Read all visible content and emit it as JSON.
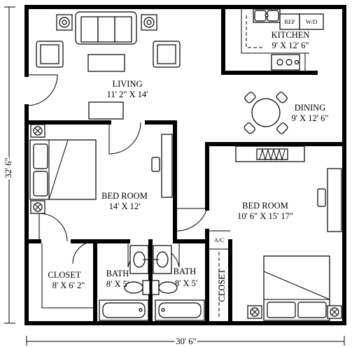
{
  "dimensions": {
    "width": "30' 6\"",
    "height": "32' 6\""
  },
  "rooms": {
    "living": {
      "name": "LIVING",
      "size": "11' 2\" X 14'"
    },
    "kitchen": {
      "name": "KITCHEN",
      "size": "9' X 12' 6\""
    },
    "dining": {
      "name": "DINING",
      "size": "9' X 12' 6\""
    },
    "bedroom1": {
      "name": "BED ROOM",
      "size": "14' X 12'"
    },
    "bedroom2": {
      "name": "BED ROOM",
      "size": "10' 6\" X 15' 17\""
    },
    "closet1": {
      "name": "CLOSET",
      "size": "8' X 6' 2\""
    },
    "bath1": {
      "name": "BATH",
      "size": "8' X 5'"
    },
    "bath2": {
      "name": "BATH",
      "size": "8' X 5'"
    },
    "closet2": {
      "name": "CLOSET"
    }
  },
  "appliances": {
    "refrigerator": "REF",
    "washer_dryer": "W/D",
    "air_conditioner": "A/C"
  }
}
